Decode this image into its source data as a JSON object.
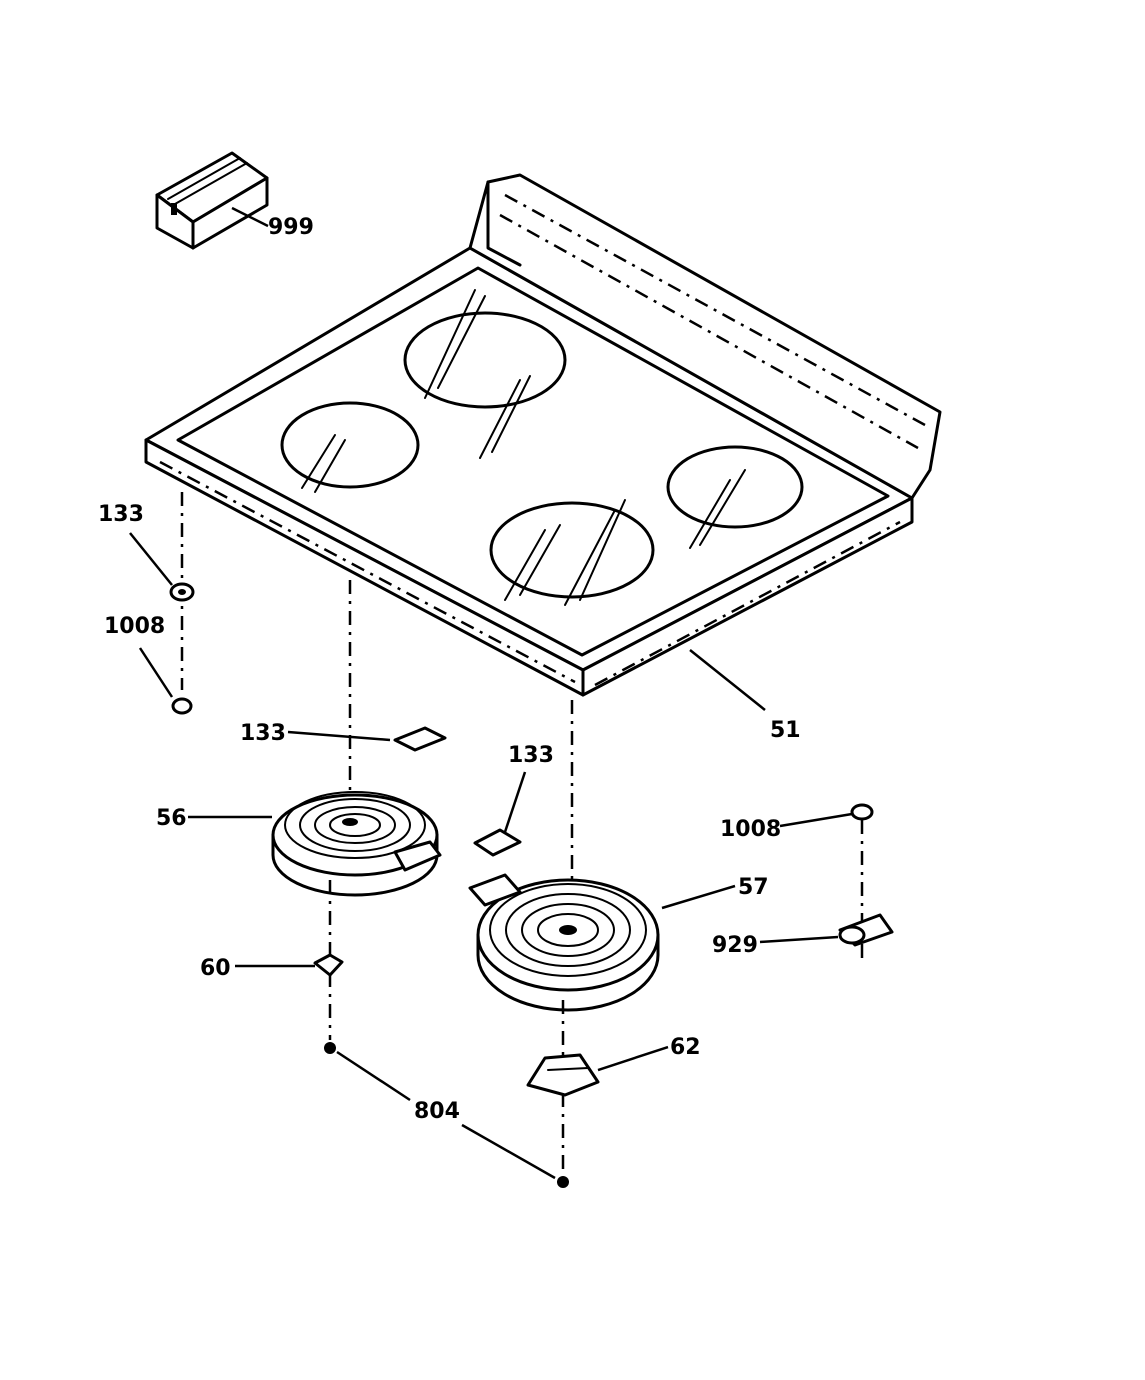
{
  "diagram": {
    "callouts": [
      {
        "id": "c999",
        "text": "999"
      },
      {
        "id": "c133a",
        "text": "133"
      },
      {
        "id": "c1008a",
        "text": "1008"
      },
      {
        "id": "c133b",
        "text": "133"
      },
      {
        "id": "c56",
        "text": "56"
      },
      {
        "id": "c133c",
        "text": "133"
      },
      {
        "id": "c51",
        "text": "51"
      },
      {
        "id": "c1008b",
        "text": "1008"
      },
      {
        "id": "c57",
        "text": "57"
      },
      {
        "id": "c929",
        "text": "929"
      },
      {
        "id": "c60",
        "text": "60"
      },
      {
        "id": "c62",
        "text": "62"
      },
      {
        "id": "c804",
        "text": "804"
      }
    ]
  }
}
